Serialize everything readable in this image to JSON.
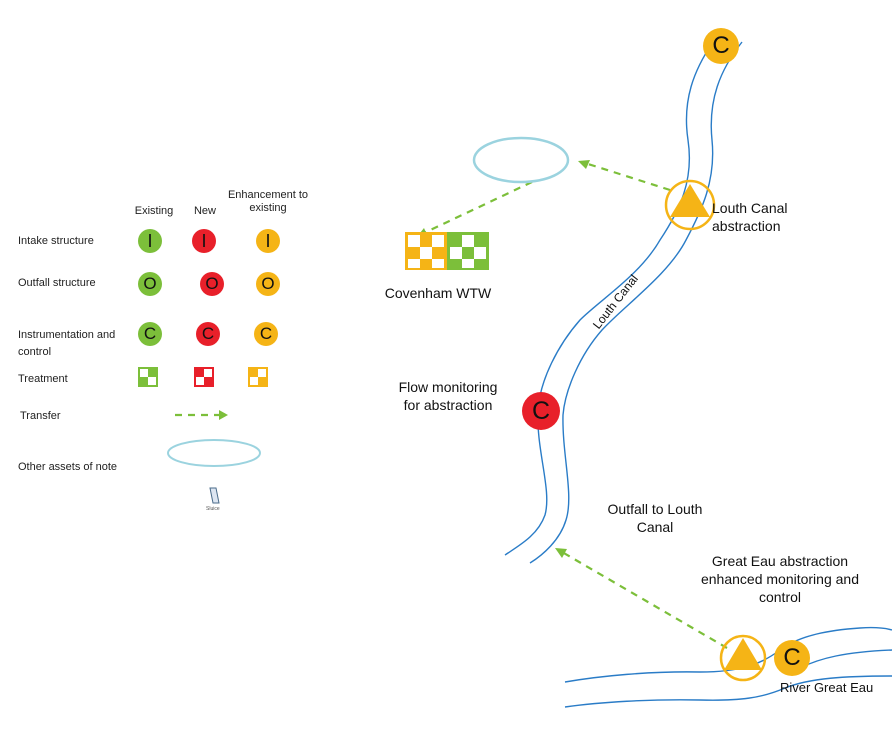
{
  "legend": {
    "headers": {
      "existing": "Existing",
      "new": "New",
      "enhancement": "Enhancement to existing"
    },
    "rows": {
      "intake": {
        "label": "Intake structure",
        "symbol": "I"
      },
      "outfall": {
        "label": "Outfall structure",
        "symbol": "O"
      },
      "instrumentation": {
        "label": "Instrumentation and control",
        "symbol": "C"
      },
      "treatment": {
        "label": "Treatment"
      },
      "transfer": {
        "label": "Transfer"
      },
      "other": {
        "label": "Other assets of note"
      }
    },
    "sluice_label": "Sluice"
  },
  "map": {
    "top_control_symbol": "C",
    "covenham_label": "Covenham WTW",
    "louth_canal_abstraction_label": "Louth Canal abstraction",
    "louth_canal_label": "Louth Canal",
    "flow_monitoring_label": "Flow monitoring for abstraction",
    "flow_monitoring_symbol": "C",
    "outfall_label": "Outfall to Louth Canal",
    "great_eau_abstraction_label": "Great Eau abstraction enhanced monitoring and control",
    "great_eau_control_symbol": "C",
    "river_label": "River Great Eau"
  },
  "colors": {
    "existing": "#7cbf3a",
    "new": "#e8202a",
    "enhancement": "#f5b416",
    "water": "#2a7cc7",
    "asset_outline": "#9bd3df",
    "transfer": "#7cbf3a"
  }
}
